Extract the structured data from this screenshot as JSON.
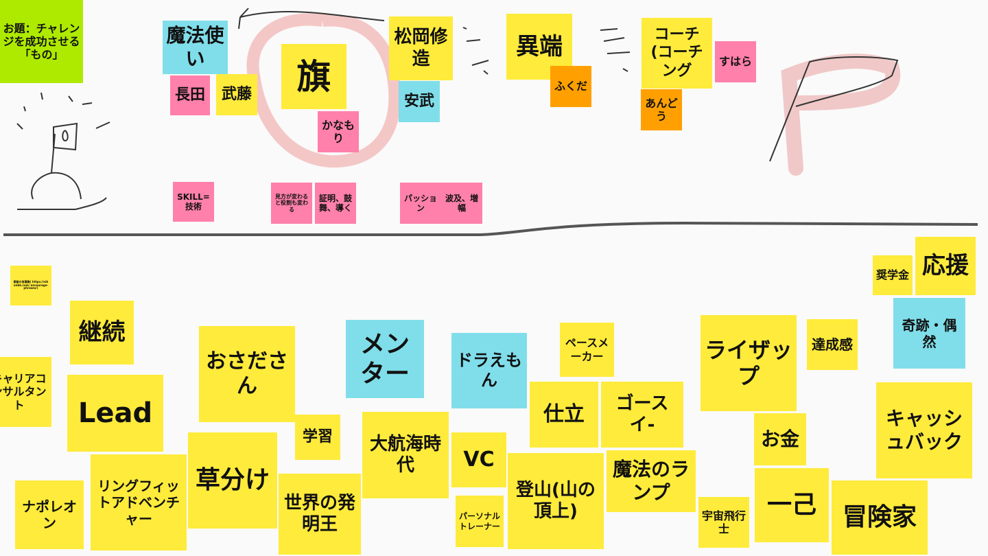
{
  "board": {
    "topic": "お題：チャレンジを成功させる「もの」",
    "notes": [
      {
        "text": "魔法使い",
        "color": "cyan"
      },
      {
        "text": "長田",
        "color": "pink"
      },
      {
        "text": "武藤",
        "color": "yellow"
      },
      {
        "text": "旗",
        "color": "yellow"
      },
      {
        "text": "かなもり",
        "color": "pink"
      },
      {
        "text": "松岡修造",
        "color": "yellow"
      },
      {
        "text": "安武",
        "color": "cyan"
      },
      {
        "text": "異端",
        "color": "yellow"
      },
      {
        "text": "ふくだ",
        "color": "orange"
      },
      {
        "text": "コーチ(コーチング",
        "color": "yellow"
      },
      {
        "text": "あんどう",
        "color": "orange"
      },
      {
        "text": "すはら",
        "color": "pink"
      },
      {
        "text": "SKILL=技術",
        "color": "pink"
      },
      {
        "text": "見方が変わると役割も変わる",
        "color": "pink"
      },
      {
        "text": "証明、鼓舞、導く",
        "color": "pink"
      },
      {
        "text": "パッション",
        "color": "pink"
      },
      {
        "text": "波及、増幅",
        "color": "pink"
      },
      {
        "text": "素敵の言葉集( https://nihonbk.com/ encourage-phrases/)",
        "color": "yellow"
      },
      {
        "text": "継続",
        "color": "yellow"
      },
      {
        "text": "キャリアコンサルタント",
        "color": "yellow"
      },
      {
        "text": "Lead",
        "color": "yellow"
      },
      {
        "text": "おさださん",
        "color": "yellow"
      },
      {
        "text": "メンター",
        "color": "cyan"
      },
      {
        "text": "ドラえもん",
        "color": "cyan"
      },
      {
        "text": "ペースメーカー",
        "color": "yellow"
      },
      {
        "text": "ライザップ",
        "color": "yellow"
      },
      {
        "text": "達成感",
        "color": "yellow"
      },
      {
        "text": "奨学金",
        "color": "yellow"
      },
      {
        "text": "応援",
        "color": "yellow"
      },
      {
        "text": "奇跡・偶然",
        "color": "cyan"
      },
      {
        "text": "キャッシュバック",
        "color": "yellow"
      },
      {
        "text": "学習",
        "color": "yellow"
      },
      {
        "text": "大航海時代",
        "color": "yellow"
      },
      {
        "text": "草分け",
        "color": "yellow"
      },
      {
        "text": "リングフィットアドベンチャー",
        "color": "yellow"
      },
      {
        "text": "ナポレオン",
        "color": "yellow"
      },
      {
        "text": "世界の発明王",
        "color": "yellow"
      },
      {
        "text": "VC",
        "color": "yellow"
      },
      {
        "text": "仕立",
        "color": "yellow"
      },
      {
        "text": "魔法のランプ",
        "color": "yellow"
      },
      {
        "text": "ゴースイ-",
        "color": "yellow"
      },
      {
        "text": "登山(山の頂上)",
        "color": "yellow"
      },
      {
        "text": "パーソナルトレーナー",
        "color": "yellow"
      },
      {
        "text": "宇宙飛行士",
        "color": "yellow"
      },
      {
        "text": "一己",
        "color": "yellow"
      },
      {
        "text": "お金",
        "color": "yellow"
      },
      {
        "text": "冒険家",
        "color": "yellow"
      }
    ]
  }
}
